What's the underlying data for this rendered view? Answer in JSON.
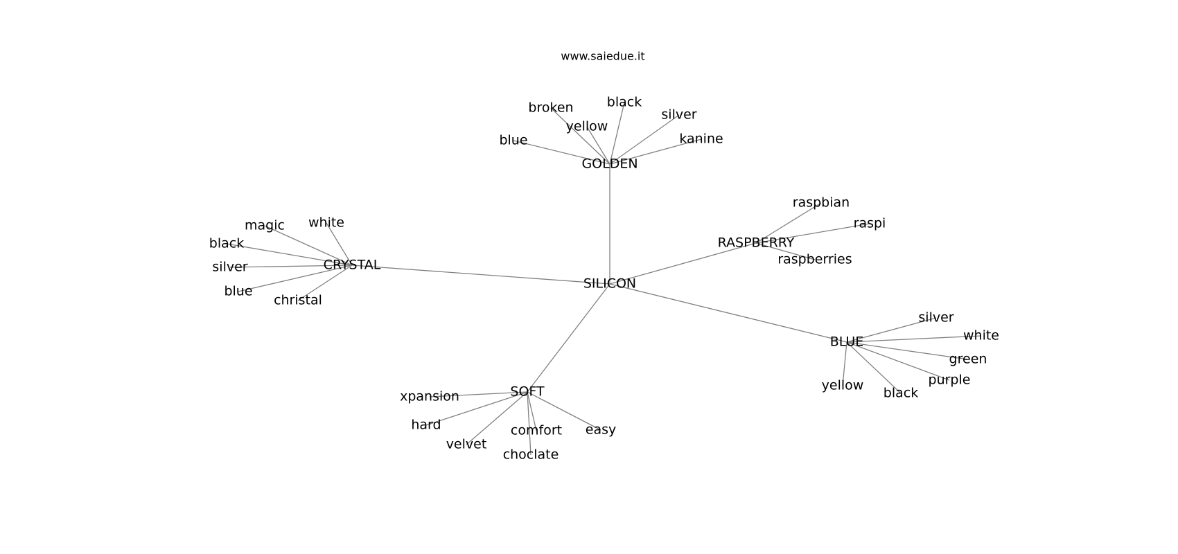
{
  "title": "www.saiedue.it",
  "root": "SILICON",
  "groups": [
    {
      "label": "GOLDEN",
      "children": [
        "broken",
        "black",
        "silver",
        "yellow",
        "kanine",
        "blue"
      ]
    },
    {
      "label": "RASPBERRY",
      "children": [
        "raspbian",
        "raspi",
        "raspberries"
      ]
    },
    {
      "label": "CRYSTAL",
      "children": [
        "magic",
        "white",
        "black",
        "silver",
        "blue",
        "christal"
      ]
    },
    {
      "label": "BLUE",
      "children": [
        "silver",
        "white",
        "green",
        "purple",
        "yellow",
        "black"
      ]
    },
    {
      "label": "SOFT",
      "children": [
        "xpansion",
        "hard",
        "velvet",
        "comfort",
        "easy",
        "choclate"
      ]
    }
  ]
}
